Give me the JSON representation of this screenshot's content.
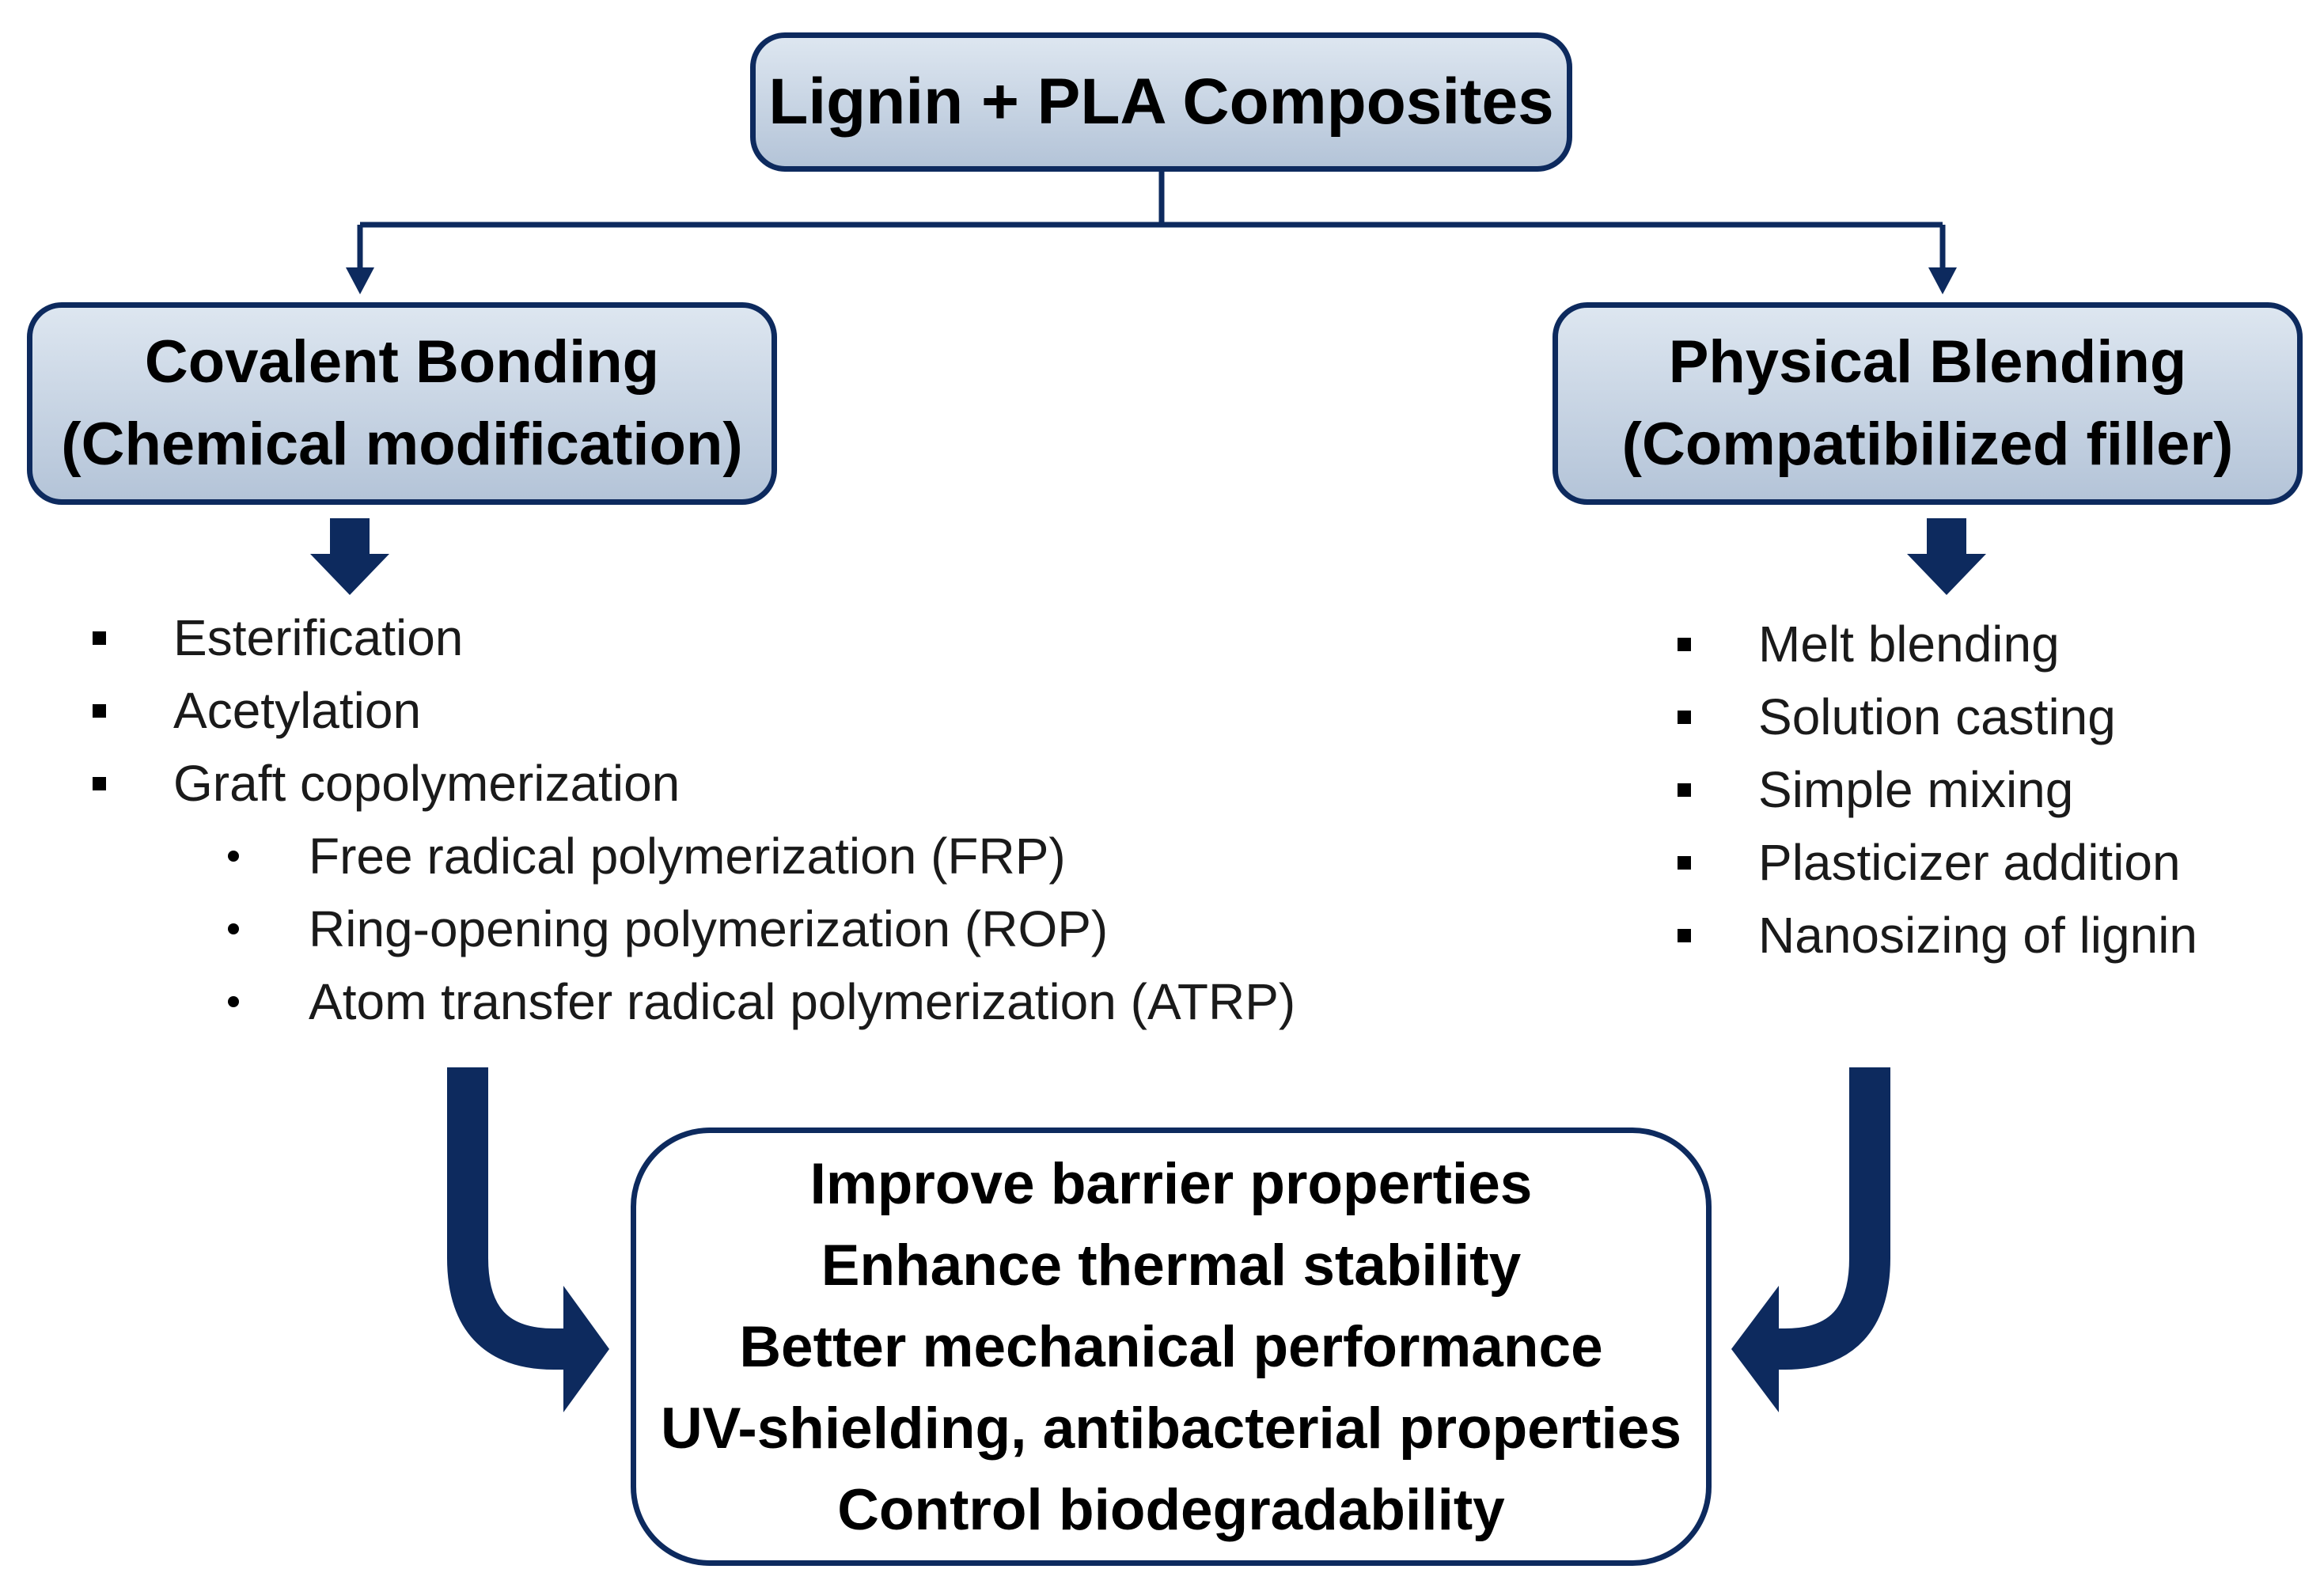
{
  "root": {
    "title": "Lignin + PLA Composites"
  },
  "covalent": {
    "title_line1": "Covalent Bonding",
    "title_line2": "(Chemical modification)",
    "methods": [
      "Esterification",
      "Acetylation",
      "Graft copolymerization"
    ],
    "graft_methods": [
      "Free radical polymerization (FRP)",
      "Ring-opening polymerization (ROP)",
      "Atom transfer radical polymerization (ATRP)"
    ]
  },
  "physical": {
    "title_line1": "Physical Blending",
    "title_line2": "(Compatibilized filler)",
    "methods": [
      "Melt blending",
      "Solution casting",
      "Simple mixing",
      "Plasticizer addition",
      "Nanosizing of lignin"
    ]
  },
  "outcomes": [
    "Improve barrier properties",
    "Enhance thermal stability",
    "Better mechanical performance",
    "UV-shielding, antibacterial properties",
    "Control biodegradability"
  ],
  "colors": {
    "border": "#0d2a5e",
    "arrow": "#0d2a5e",
    "box_top": "#dde6f0",
    "box_bottom": "#b4c4d8"
  }
}
